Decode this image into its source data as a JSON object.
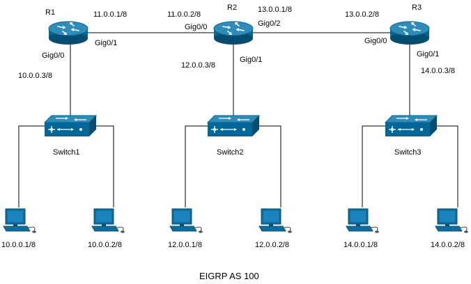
{
  "caption": "EIGRP AS 100",
  "colors": {
    "device": "#036897",
    "device_dark": "#024d70",
    "device_light": "#2f8cb8",
    "pc": "#0f6d9e",
    "wire": "#000000"
  },
  "routers": [
    {
      "name": "R1",
      "icon": "router-icon"
    },
    {
      "name": "R2",
      "icon": "router-icon"
    },
    {
      "name": "R3",
      "icon": "router-icon"
    }
  ],
  "switches": [
    {
      "name": "Switch1",
      "icon": "switch-icon"
    },
    {
      "name": "Switch2",
      "icon": "switch-icon"
    },
    {
      "name": "Switch3",
      "icon": "switch-icon"
    }
  ],
  "links": {
    "r1_r2": {
      "r1_ip": "11.0.0.1/8",
      "r1_port": "Gig0/1",
      "r2_ip": "11.0.0.2/8",
      "r2_port": "Gig0/0"
    },
    "r2_r3": {
      "r2_ip": "13.0.0.1/8",
      "r2_port": "Gig0/2",
      "r3_ip": "13.0.0.2/8",
      "r3_port": "Gig0/0"
    },
    "r1_sw1": {
      "port": "Gig0/0",
      "ip": "10.0.0.3/8"
    },
    "r2_sw2": {
      "port": "Gig0/1",
      "ip": "12.0.0.3/8"
    },
    "r3_sw3": {
      "port": "Gig0/1",
      "ip": "14.0.0.3/8"
    }
  },
  "pcs": [
    {
      "ip": "10.0.0.1/8",
      "icon": "pc-icon"
    },
    {
      "ip": "10.0.0.2/8",
      "icon": "pc-icon"
    },
    {
      "ip": "12.0.0.1/8",
      "icon": "pc-icon"
    },
    {
      "ip": "12.0.0.2/8",
      "icon": "pc-icon"
    },
    {
      "ip": "14.0.0.1/8",
      "icon": "pc-icon"
    },
    {
      "ip": "14.0.0.2/8",
      "icon": "pc-icon"
    }
  ]
}
